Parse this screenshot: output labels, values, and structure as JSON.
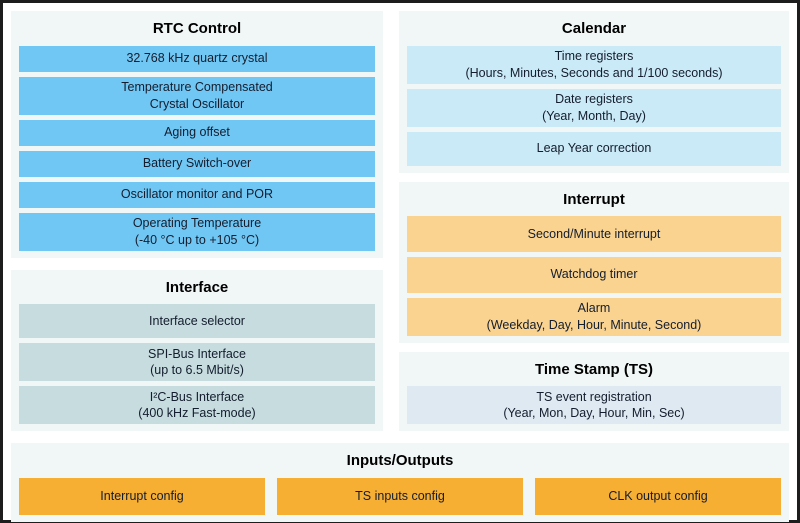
{
  "colors": {
    "panel_bg": "#f1f7f7",
    "blue": "#70c7f4",
    "gray": "#c6dcde",
    "light_blue": "#cbeaf7",
    "light_orange": "#f9d38f",
    "orange": "#f6ae33",
    "ts_gray": "#dfe9f1",
    "text": "#141d2e"
  },
  "panels": {
    "rtc_control": {
      "title": "RTC Control",
      "items": [
        "32.768 kHz quartz crystal",
        "Temperature Compensated\nCrystal Oscillator",
        "Aging offset",
        "Battery Switch-over",
        "Oscillator monitor and POR",
        "Operating Temperature\n(-40 °C up to +105 °C)"
      ]
    },
    "interface": {
      "title": "Interface",
      "items": [
        "Interface selector",
        "SPI-Bus Interface\n(up to 6.5 Mbit/s)",
        "I²C-Bus Interface\n(400 kHz Fast-mode)"
      ]
    },
    "calendar": {
      "title": "Calendar",
      "items": [
        "Time registers\n(Hours, Minutes, Seconds and 1/100 seconds)",
        "Date registers\n(Year, Month, Day)",
        "Leap Year correction"
      ]
    },
    "interrupt": {
      "title": "Interrupt",
      "items": [
        "Second/Minute interrupt",
        "Watchdog timer",
        "Alarm\n(Weekday, Day, Hour, Minute, Second)"
      ]
    },
    "time_stamp": {
      "title": "Time Stamp (TS)",
      "items": [
        "TS event registration\n(Year, Mon, Day, Hour, Min, Sec)"
      ]
    },
    "inputs_outputs": {
      "title": "Inputs/Outputs",
      "items": [
        "Interrupt config",
        "TS inputs config",
        "CLK output config"
      ]
    }
  }
}
